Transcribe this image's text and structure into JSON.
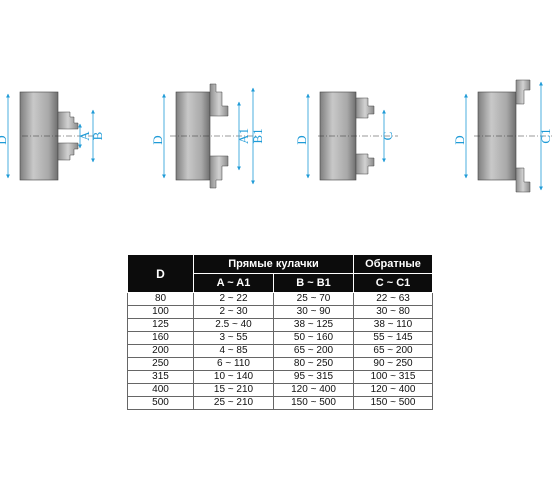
{
  "diagrams": [
    {
      "labels": [
        "D",
        "A",
        "B"
      ]
    },
    {
      "labels": [
        "D",
        "A1",
        "B1"
      ]
    },
    {
      "labels": [
        "D",
        "C"
      ]
    },
    {
      "labels": [
        "D",
        "C1"
      ]
    }
  ],
  "table": {
    "col_d": "D",
    "group_direct": "Прямые кулачки",
    "group_reverse": "Обратные",
    "sub_a": "A ~ A1",
    "sub_b": "B ~ B1",
    "sub_c": "C ~ C1",
    "rows": [
      [
        "80",
        "2 ~ 22",
        "25 ~ 70",
        "22 ~ 63"
      ],
      [
        "100",
        "2 ~ 30",
        "30 ~ 90",
        "30 ~ 80"
      ],
      [
        "125",
        "2.5 ~ 40",
        "38 ~ 125",
        "38 ~ 110"
      ],
      [
        "160",
        "3 ~ 55",
        "50 ~ 160",
        "55 ~ 145"
      ],
      [
        "200",
        "4 ~ 85",
        "65 ~ 200",
        "65 ~ 200"
      ],
      [
        "250",
        "6 ~ 110",
        "80 ~ 250",
        "90 ~ 250"
      ],
      [
        "315",
        "10 ~ 140",
        "95 ~ 315",
        "100 ~ 315"
      ],
      [
        "400",
        "15 ~ 210",
        "120 ~ 400",
        "120 ~ 400"
      ],
      [
        "500",
        "25 ~ 210",
        "150 ~ 500",
        "150 ~ 500"
      ]
    ]
  },
  "colors": {
    "dimension": "#1f9bd7",
    "header_bg": "#0c0c0c",
    "body_gray": "#b8b8b8"
  }
}
